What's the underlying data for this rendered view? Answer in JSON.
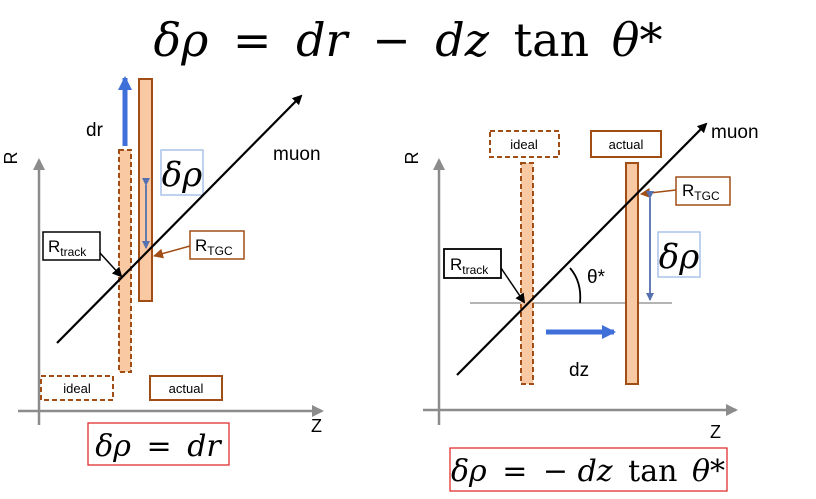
{
  "title": {
    "delta_rho": "δρ",
    "equals": "=",
    "dr": "dr",
    "minus": "−",
    "dz": "dz",
    "tan": "tan",
    "theta_star": "θ*"
  },
  "left_panel": {
    "axis_y_label": "R",
    "axis_x_label": "Z",
    "dr_label": "dr",
    "delta_rho": "δρ",
    "muon_label": "muon",
    "r_track_main": "R",
    "r_track_sub": "track",
    "r_tgc_main": "R",
    "r_tgc_sub": "TGC",
    "legend_ideal": "ideal",
    "legend_actual": "actual",
    "formula": {
      "delta_rho": "δρ",
      "equals": "=",
      "rhs": "dr"
    }
  },
  "right_panel": {
    "axis_y_label": "R",
    "axis_x_label": "Z",
    "legend_ideal": "ideal",
    "legend_actual": "actual",
    "muon_label": "muon",
    "r_track_main": "R",
    "r_track_sub": "track",
    "r_tgc_main": "R",
    "r_tgc_sub": "TGC",
    "theta_label": "θ*",
    "delta_rho": "δρ",
    "dz_label": "dz",
    "formula": {
      "delta_rho": "δρ",
      "equals": "=",
      "minus": "−",
      "dz": "dz",
      "tan": "tan",
      "theta_star": "θ*"
    }
  },
  "colors": {
    "bar_fill": "#f9c9a4",
    "bar_stroke": "#a14e16",
    "arrow_blue": "#3f6fd9",
    "dim_blue": "#5470b0",
    "formula_box": "#e02020",
    "delta_box": "#a9c4ea",
    "axis_gray": "#8c8c8c"
  }
}
